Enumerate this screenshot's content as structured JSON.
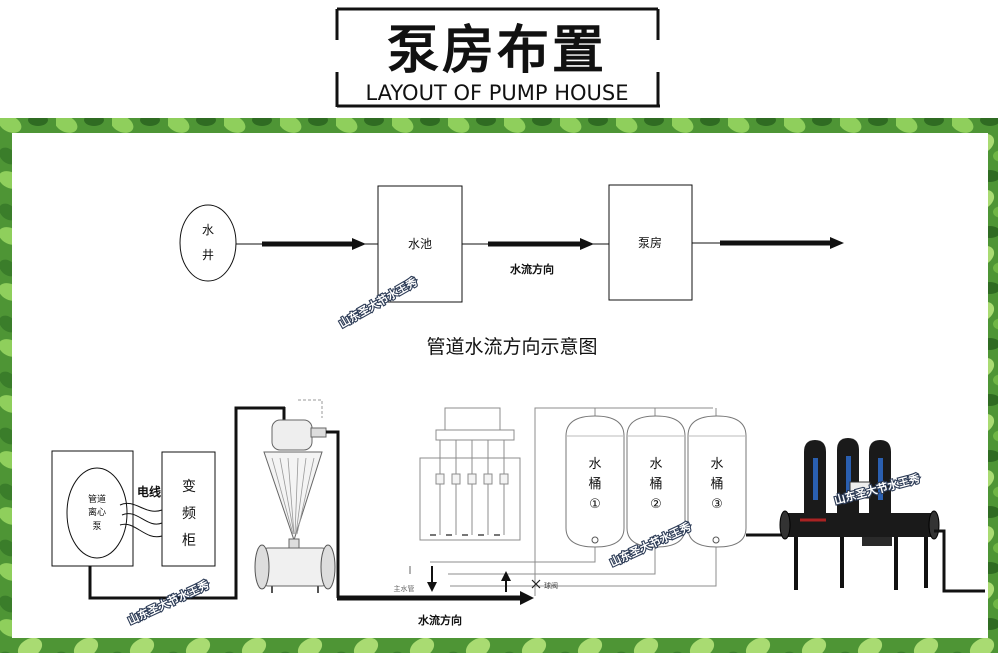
{
  "header": {
    "title_cn": "泵房布置",
    "title_en": "LAYOUT OF PUMP HOUSE"
  },
  "flow_schematic": {
    "well_chars": [
      "水",
      "井"
    ],
    "pool": "水池",
    "pump_house": "泵房",
    "flow_direction": "水流方向",
    "caption": "管道水流方向示意图"
  },
  "equipment_layout": {
    "pump_lines": [
      "管道",
      "离心",
      "泵"
    ],
    "wire": "电线",
    "vfd_chars": [
      "变",
      "频",
      "柜"
    ],
    "tanks": [
      {
        "chars": [
          "水",
          "桶",
          "①"
        ]
      },
      {
        "chars": [
          "水",
          "桶",
          "②"
        ]
      },
      {
        "chars": [
          "水",
          "桶",
          "③"
        ]
      }
    ],
    "main_pipe": "主水管",
    "ball_valve": "球阀",
    "flow_direction": "水流方向"
  },
  "watermark": "山东圣大节水王秀",
  "colors": {
    "line": "#111111",
    "panel": "#ffffff",
    "border_green": "#4e9535",
    "equipment_gray": "#8c8c8c",
    "filter_black": "#1a1a1a",
    "filter_blue": "#2a5fb0"
  }
}
